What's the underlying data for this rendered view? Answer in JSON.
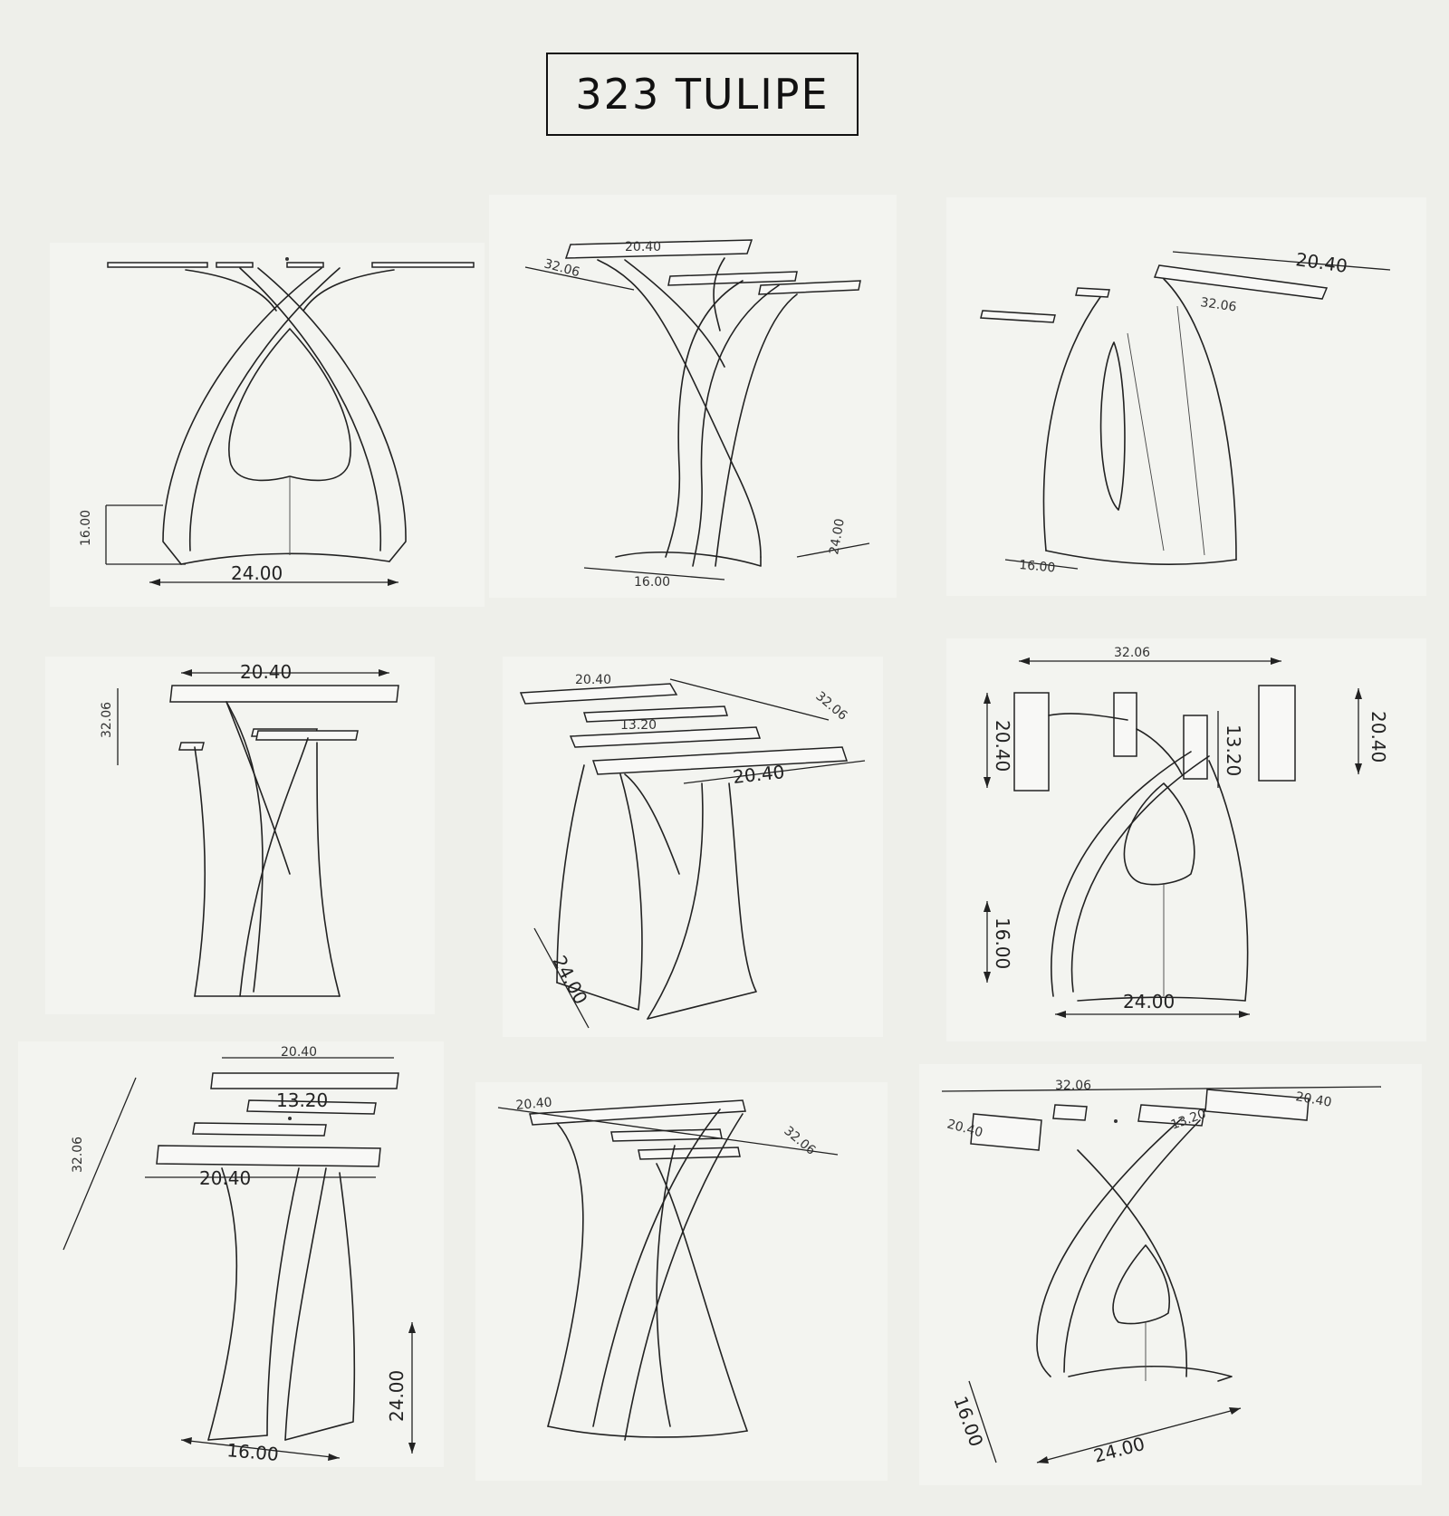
{
  "title": "323 TULIPE",
  "dimensions": {
    "d2400": "24.00",
    "d1600": "16.00",
    "d2040": "20.40",
    "d3206": "32.06",
    "d1320": "13.20"
  }
}
